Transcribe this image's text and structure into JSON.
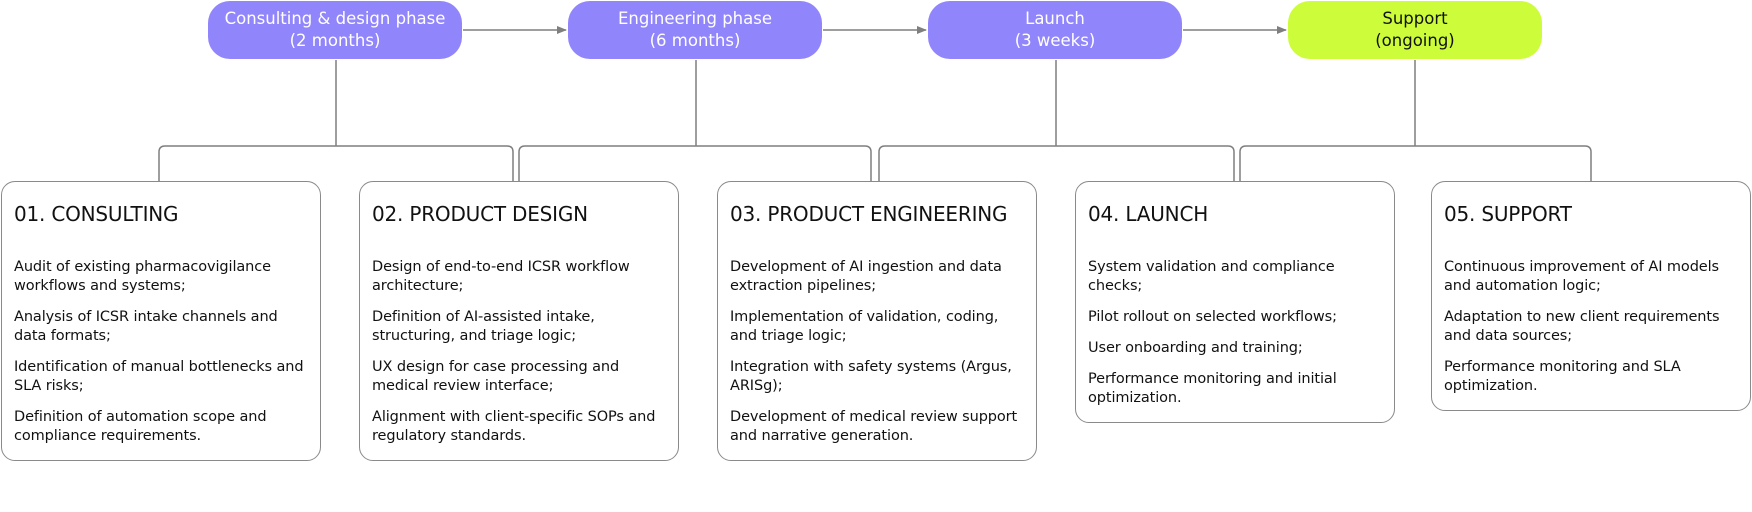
{
  "phases": [
    {
      "line1": "Consulting & design phase",
      "line2": "(2 months)",
      "color": "#9185fb"
    },
    {
      "line1": "Engineering phase",
      "line2": "(6 months)",
      "color": "#9185fb"
    },
    {
      "line1": "Launch",
      "line2": "(3 weeks)",
      "color": "#9185fb"
    },
    {
      "line1": "Support",
      "line2": "(ongoing)",
      "color": "#cdfc3a"
    }
  ],
  "cards": [
    {
      "title": "01. CONSULTING",
      "items": [
        "Audit of existing pharmacovigilance workflows and systems;",
        "Analysis of ICSR intake channels and data formats;",
        "Identification of manual bottlenecks and SLA risks;",
        "Definition of automation scope and compliance requirements."
      ]
    },
    {
      "title": "02. PRODUCT DESIGN",
      "items": [
        "Design of end-to-end ICSR workflow architecture;",
        "Definition of AI-assisted intake, structuring, and triage logic;",
        "UX design for case processing and medical review interface;",
        "Alignment with client-specific SOPs and regulatory standards."
      ]
    },
    {
      "title": "03. PRODUCT ENGINEERING",
      "items": [
        "Development of AI ingestion and data extraction pipelines;",
        "Implementation of validation, coding, and triage logic;",
        "Integration with safety systems (Argus, ARISg);",
        "Development of medical review support and narrative generation."
      ]
    },
    {
      "title": "04. LAUNCH",
      "items": [
        "System validation and compliance checks;",
        "Pilot rollout on selected workflows;",
        "User onboarding and training;",
        "Performance monitoring and initial optimization."
      ]
    },
    {
      "title": "05. SUPPORT",
      "items": [
        "Continuous improvement of AI models and automation logic;",
        "Adaptation to new client requirements and data sources;",
        "Performance monitoring and SLA optimization."
      ]
    }
  ],
  "colors": {
    "phase_purple": "#9185fb",
    "phase_lime": "#cdfc3a",
    "connector": "#7f7f7f",
    "card_border": "#8a8a8a"
  }
}
